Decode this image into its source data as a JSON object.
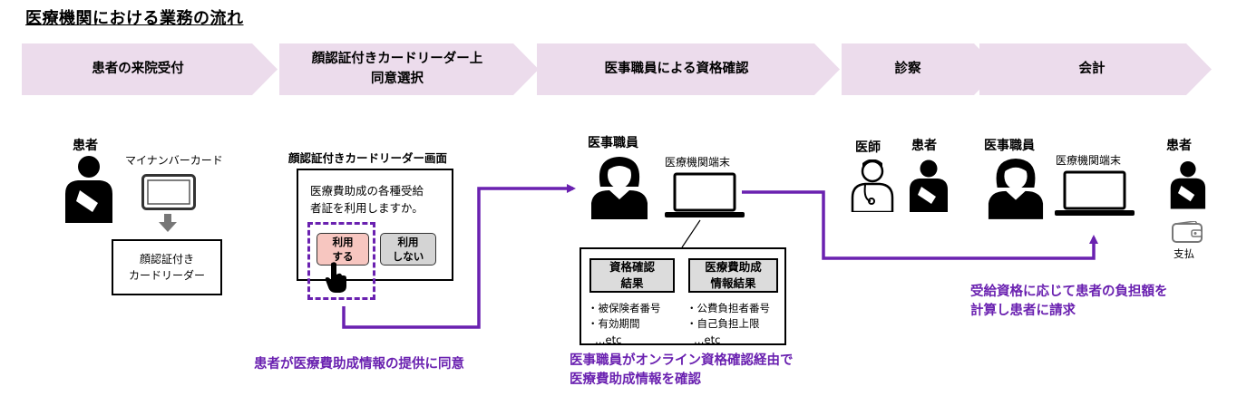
{
  "title": "医療機関における業務の流れ",
  "stages": [
    {
      "label": "患者の来院受付"
    },
    {
      "label": "顔認証付きカードリーダー上\n同意選択"
    },
    {
      "label": "医事職員による資格確認"
    },
    {
      "label": "診察"
    },
    {
      "label": "会計"
    }
  ],
  "stage1": {
    "patient_label": "患者",
    "card_label": "マイナンバーカード",
    "reader_label": "顔認証付き\nカードリーダー"
  },
  "stage2": {
    "screen_title": "顔認証付きカードリーダー画面",
    "question": "医療費助成の各種受給\n者証を利用しますか。",
    "use_button": "利用\nする",
    "nouse_button": "利用\nしない",
    "note": "患者が医療費助成情報の提供に同意"
  },
  "stage3": {
    "staff_label": "医事職員",
    "terminal_label": "医療機関端末",
    "result1_title": "資格確認\n結果",
    "result1_items": [
      "・被保険者番号",
      "・有効期間",
      "…etc"
    ],
    "result2_title": "医療費助成\n情報結果",
    "result2_items": [
      "・公費負担者番号",
      "・自己負担上限",
      "…etc"
    ],
    "note": "医事職員がオンライン資格確認経由で\n医療費助成情報を確認"
  },
  "stage4": {
    "doctor_label": "医師",
    "patient_label": "患者"
  },
  "stage5": {
    "staff_label": "医事職員",
    "terminal_label": "医療機関端末",
    "patient_label": "患者",
    "pay_label": "支払",
    "note": "受給資格に応じて患者の負担額を\n計算し患者に請求"
  },
  "colors": {
    "stage_fill": "#ecdcec",
    "accent_purple": "#6a21b0",
    "button_use": "#f7c6c0",
    "button_nouse": "#d4d4d4",
    "result_fill": "#dcdcdc"
  }
}
